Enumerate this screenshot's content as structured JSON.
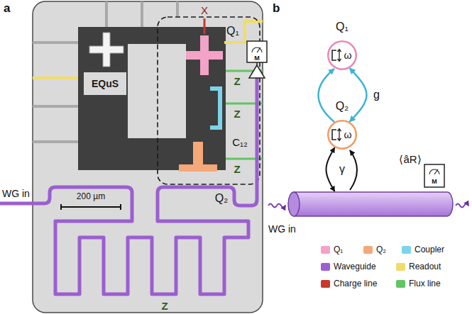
{
  "diagram": {
    "nodes": [
      {
        "text": [
          "Q₁",
          "ω"
        ]
      },
      {
        "text": [
          "Q₂",
          "ω"
        ]
      },
      {
        "text": [
          "WG in"
        ]
      }
    ],
    "edges": [
      {
        "from": 0,
        "to": 1,
        "label": "g",
        "arrow": "both"
      },
      {
        "from": 1,
        "to": 2,
        "label": "γ",
        "arrow": "both"
      }
    ],
    "labels": [
      "a",
      "X",
      "Q₁",
      "Z",
      "Z",
      "Z",
      "EQuS",
      "C₁₂",
      "Q₂",
      "200 µm",
      "WG in",
      "M",
      "Z",
      "b",
      "⟨âR⟩",
      "M"
    ],
    "legend": [
      {
        "text": "Q₁",
        "color": "#f3a3c7"
      },
      {
        "text": "Q₂",
        "color": "#f5a878"
      },
      {
        "text": "Coupler",
        "color": "#7dd4ea"
      },
      {
        "text": "Waveguide",
        "color": "#9b5fd0"
      },
      {
        "text": "Readout",
        "color": "#f0dc6a"
      },
      {
        "text": "Charge line",
        "color": "#c8382b"
      },
      {
        "text": "Flux line",
        "color": "#62c462"
      }
    ]
  }
}
